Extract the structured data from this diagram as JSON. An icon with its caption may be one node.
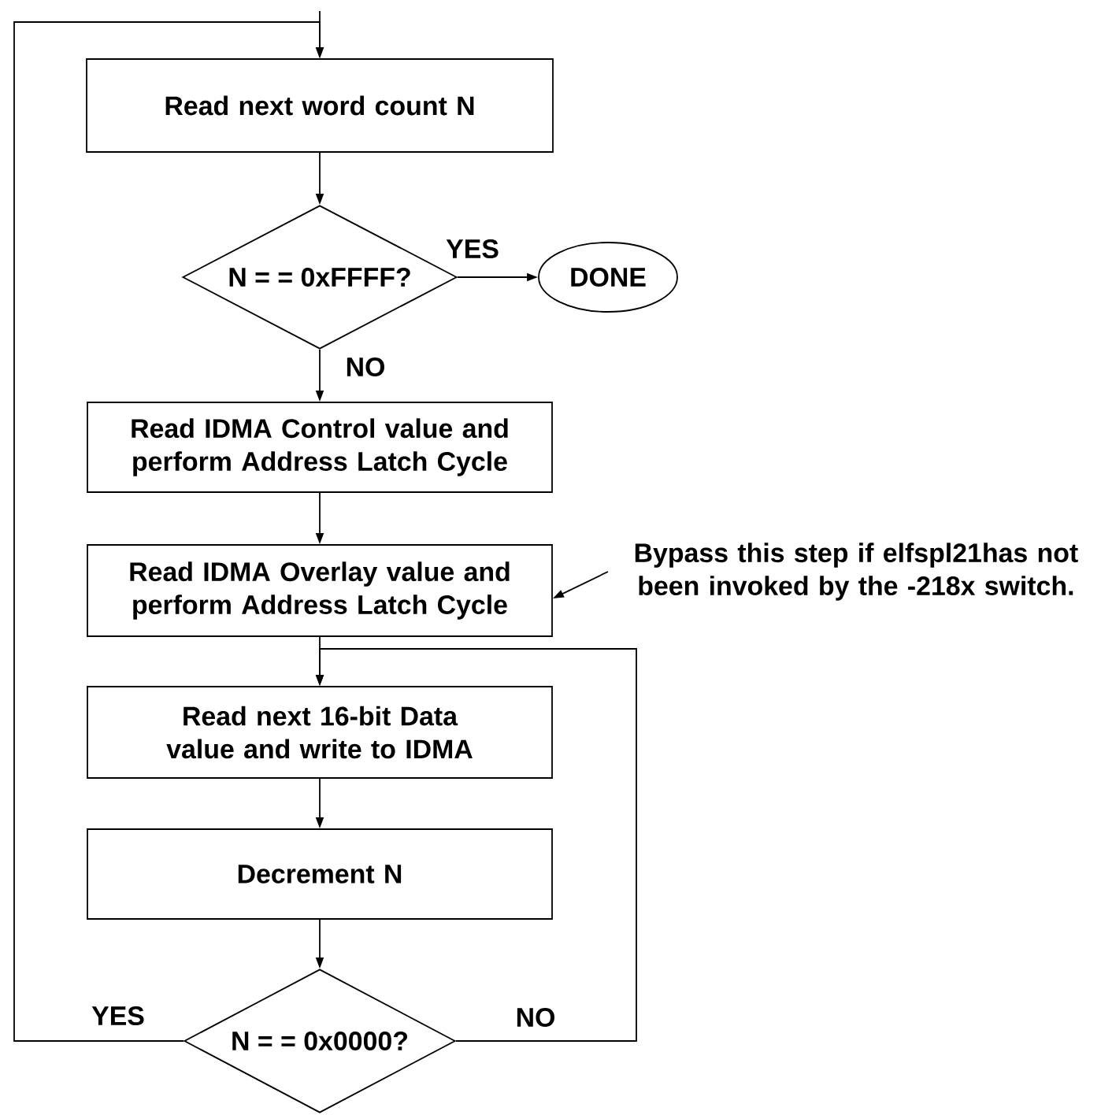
{
  "diagram": {
    "nodes": [
      {
        "text": [
          "Read next word count N"
        ]
      },
      {
        "text": [
          "N = = 0xFFFF?"
        ]
      },
      {
        "text": [
          "DONE"
        ]
      },
      {
        "text": [
          "Read IDMA Control value and perform Address Latch Cycle"
        ]
      },
      {
        "text": [
          "Read IDMA Overlay value and perform Address Latch Cycle"
        ]
      },
      {
        "text": [
          "Read next 16-bit Data value and write to IDMA"
        ]
      },
      {
        "text": [
          "Decrement N"
        ]
      },
      {
        "text": [
          "N = = 0x0000?"
        ]
      },
      {
        "text": [
          "Bypass this step if elfspl21has not been invoked by the -218x switch."
        ]
      }
    ],
    "edges": [
      {
        "from": null,
        "to": 0,
        "arrow": "to"
      },
      {
        "from": 0,
        "to": 1,
        "arrow": "to"
      },
      {
        "from": 1,
        "to": 2,
        "arrow": "to",
        "label": "YES"
      },
      {
        "from": 1,
        "to": 3,
        "arrow": "to",
        "label": "NO"
      },
      {
        "from": 3,
        "to": 4,
        "arrow": "to"
      },
      {
        "from": 4,
        "to": 5,
        "arrow": "to"
      },
      {
        "from": 5,
        "to": 6,
        "arrow": "to"
      },
      {
        "from": 6,
        "to": 7,
        "arrow": "to"
      },
      {
        "from": 7,
        "to": 0,
        "arrow": "to",
        "label": "YES"
      },
      {
        "from": 7,
        "to": 5,
        "arrow": "to",
        "label": "NO"
      },
      {
        "from": 8,
        "to": 4,
        "arrow": "to"
      }
    ]
  }
}
